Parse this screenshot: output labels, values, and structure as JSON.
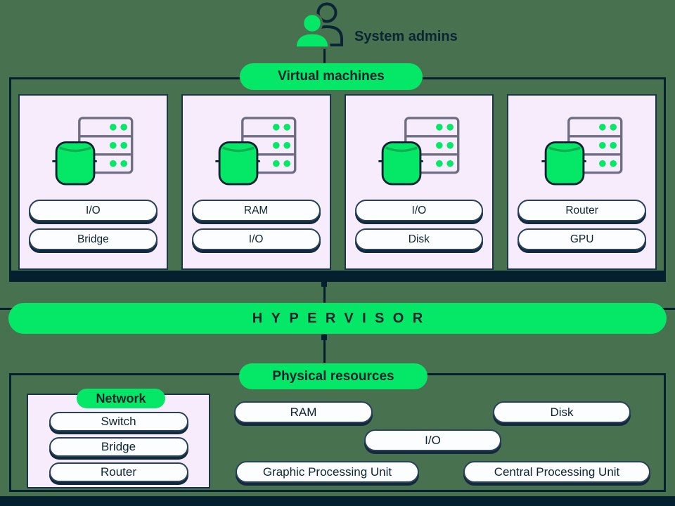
{
  "diagram": {
    "admins": {
      "label": "System admins",
      "icon": "two-people-icon"
    },
    "vm": {
      "label": "Virtual machines",
      "cards": [
        {
          "icon": "server-stack-icon",
          "pills": [
            "I/O",
            "Bridge"
          ]
        },
        {
          "icon": "server-stack-icon",
          "pills": [
            "RAM",
            "I/O"
          ]
        },
        {
          "icon": "server-stack-icon",
          "pills": [
            "I/O",
            "Disk"
          ]
        },
        {
          "icon": "server-stack-icon",
          "pills": [
            "Router",
            "GPU"
          ]
        }
      ]
    },
    "hypervisor": {
      "label": "HYPERVISOR"
    },
    "physical": {
      "label": "Physical resources",
      "network": {
        "label": "Network",
        "items": [
          "Switch",
          "Bridge",
          "Router"
        ]
      },
      "resources": [
        "RAM",
        "Disk",
        "I/O",
        "Graphic Processing Unit",
        "Central Processing Unit"
      ]
    },
    "colors": {
      "background": "#47714F",
      "accent_green": "#05E767",
      "navy": "#041F2E",
      "card_lavender": "#F6ECFC",
      "pill_white": "#FBFDFF"
    }
  }
}
